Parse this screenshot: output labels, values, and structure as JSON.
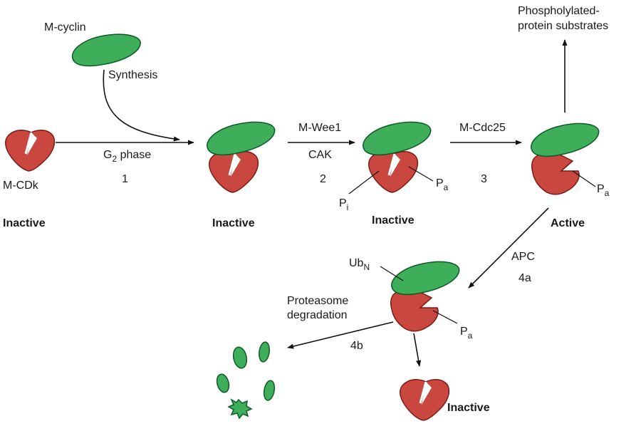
{
  "colors": {
    "cdk": "#c9473f",
    "cdk_dark": "#7a1c18",
    "cyclin": "#3fae5a",
    "cyclin_dark": "#0d5a28",
    "arrow": "#111111"
  },
  "labels": {
    "m_cyclin": "M-cyclin",
    "synthesis": "Synthesis",
    "m_cdk": "M-CDk",
    "g2": "G",
    "g2_sub": "2",
    "g2_rest": " phase",
    "step1": "1",
    "m_wee1": "M-Wee1",
    "cak": "CAK",
    "step2": "2",
    "m_cdc25": "M-Cdc25",
    "step3": "3",
    "phospho_line1": "Phospholylated-",
    "phospho_line2": "protein substrates",
    "p": "P",
    "p_a_sub": "a",
    "p_i_sub": "i",
    "inactive": "Inactive",
    "active": "Active",
    "apc": "APC",
    "step4a": "4a",
    "ub": "Ub",
    "ub_sub": "N",
    "proteasome_line1": "Proteasome",
    "proteasome_line2": "degradation",
    "step4b": "4b"
  },
  "icons": [
    "cdk-kinase-icon",
    "cyclin-icon",
    "degraded-fragment-icon",
    "arrow-icon"
  ]
}
